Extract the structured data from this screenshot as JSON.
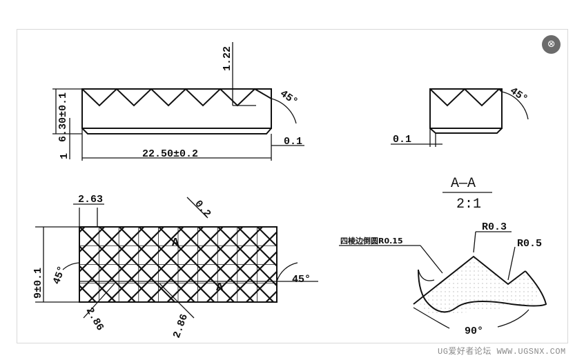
{
  "viewer": {
    "close_label": "⊗"
  },
  "watermark": "UG爱好者论坛 WWW.UGSNX.COM",
  "drawing": {
    "front_view": {
      "height_dim": "6.30±0.1",
      "base_dim": "1",
      "tooth_depth": "1.22",
      "length_dim": "22.50±0.2",
      "chamfer": "0.1",
      "angle": "45°"
    },
    "section_view": {
      "chamfer": "0.1",
      "angle": "45°",
      "title": "A—A",
      "scale": "2:1"
    },
    "plan_view": {
      "pitch": "2.63",
      "gap": "0.2",
      "width_dim": "9±0.1",
      "angle_left": "45°",
      "angle_right": "45°",
      "pitch_diag_1": "2.86",
      "pitch_diag_2": "2.86",
      "section_mark_1": "A",
      "section_mark_2": "A"
    },
    "detail_view": {
      "edge_note": "四棱边倒圆R0.15",
      "tip_radius": "R0.3",
      "root_radius": "R0.5",
      "angle": "90°"
    }
  }
}
